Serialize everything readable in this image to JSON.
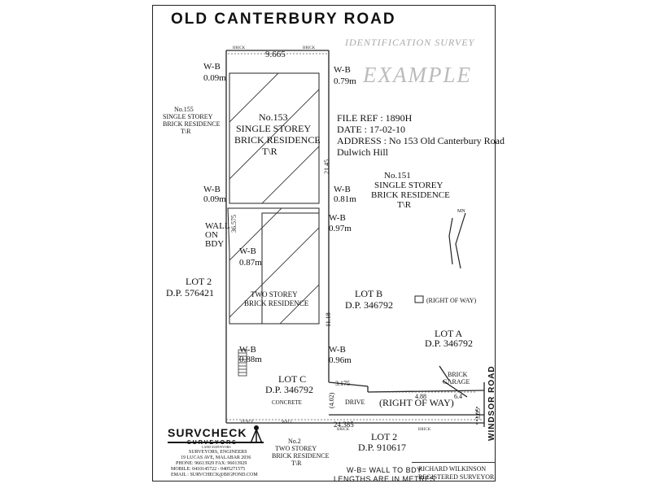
{
  "road_top": "OLD     CANTERBURY     ROAD",
  "survey_type": "IDENTIFICATION SURVEY",
  "watermark": "EXAMPLE",
  "file_info": {
    "file_ref": "FILE REF : 1890H",
    "date": "DATE : 17-02-10",
    "address_line1": "ADDRESS : No 153 Old Canterbury Road",
    "address_line2": "Dulwich Hill"
  },
  "north_label": "MN",
  "dimensions": {
    "top_frontage": "9.665",
    "side_upper": "21.45",
    "side_lower": "11.18",
    "left_side": "36.575",
    "bottom": "24.385",
    "row_width": "(4.02)",
    "row_a": "3.175",
    "row_b": "4.88",
    "row_c": "6.4",
    "windsor_dim": "3.05"
  },
  "offsets": {
    "wb_top_left": [
      "W-B",
      "0.09m"
    ],
    "wb_top_right": [
      "W-B",
      "0.79m"
    ],
    "wb_mid_left": [
      "W-B",
      "0.09m"
    ],
    "wb_mid_right": [
      "W-B",
      "0.81m"
    ],
    "wb_wall_right": [
      "W-B",
      "0.97m"
    ],
    "wb_inner": [
      "W-B",
      "0.87m"
    ],
    "wb_lower_left": [
      "W-B",
      "0.88m"
    ],
    "wb_lower_right": [
      "W-B",
      "0.96m"
    ]
  },
  "wall_on_bdy": [
    "WALL",
    "ON",
    "BDY"
  ],
  "labels": {
    "no155": [
      "No.155",
      "SINGLE STOREY",
      "BRICK RESIDENCE",
      "T\\R"
    ],
    "no153": [
      "No.153",
      "SINGLE STOREY",
      "BRICK RESIDENCE",
      "T\\R"
    ],
    "no151": [
      "No.151",
      "SINGLE STOREY",
      "BRICK RESIDENCE",
      "T\\R"
    ],
    "two_storey": [
      "TWO STOREY",
      "BRICK RESIDENCE"
    ],
    "lot2_left": [
      "LOT 2",
      "D.P. 576421"
    ],
    "lot_b": [
      "LOT B",
      "D.P. 346792"
    ],
    "row_legend": "(RIGHT OF WAY)",
    "lot_a": [
      "LOT A",
      "D.P. 346792"
    ],
    "brick_garage": [
      "BRICK",
      "GARAGE"
    ],
    "lot_c": [
      "LOT C",
      "D.P. 346792"
    ],
    "concrete": "CONCRETE",
    "drive": "DRIVE",
    "right_of_way": "(RIGHT OF WAY)",
    "windsor_road": "WINDSOR   ROAD",
    "lot2_bottom": [
      "LOT 2",
      "D.P. 910617"
    ],
    "no2": [
      "No.2",
      "TWO STOREY",
      "BRICK RESIDENCE",
      "T\\R"
    ]
  },
  "tiny_labels": {
    "brick_top_left": "BRICK",
    "brick_top_right": "BRICK",
    "brick_bottom": "BRICK",
    "brick_bottom_right": "BRICK",
    "fence": "FENCE",
    "wall": "WALL"
  },
  "company": {
    "name1": "SURVCHECK",
    "name2": "SURVEYORS",
    "tagline": "LAND SURVEYORS",
    "line1": "SURVEYORS, ENGINEERS",
    "line2": "19 LUCAS AVE, MALABAR 2036",
    "line3": "PHONE: 96613929  FAX: 96013929",
    "line4": "MOBILE: 0410145722  -  0405271575",
    "line5": "EMAIL : SURVCHECK@BIGPOND.COM"
  },
  "legend": [
    "W-B= WALL TO BDY",
    "LENGTHS ARE IN METRES"
  ],
  "surveyor": [
    "RICHARD WILKINSON",
    "REGISTERED SURVEYOR"
  ]
}
